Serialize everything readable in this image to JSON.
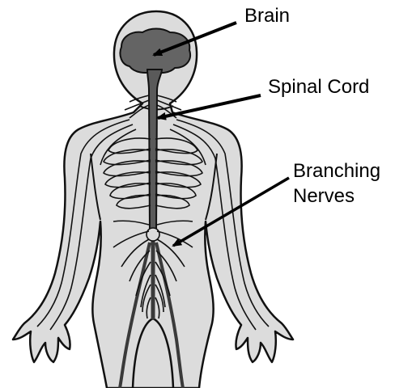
{
  "diagram": {
    "labels": {
      "brain": "Brain",
      "spinal_cord": "Spinal Cord",
      "branching_nerves_line1": "Branching",
      "branching_nerves_line2": "Nerves"
    },
    "colors": {
      "body_fill": "#dcdcdc",
      "brain_fill": "#646464",
      "spinal_cord": "#5a5a5a",
      "nerves": "#3a3a3a",
      "outline": "#111111",
      "arrow": "#000000"
    }
  }
}
